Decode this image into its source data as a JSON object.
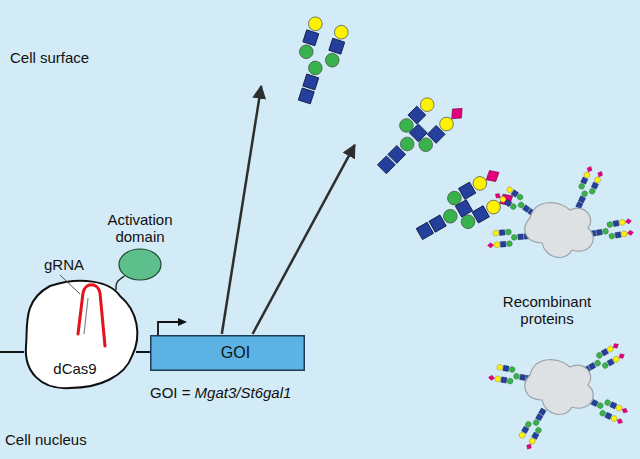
{
  "diagram": {
    "nodes": [
      {
        "text": [
          "Cell surface"
        ]
      },
      {
        "text": [
          "Cell nucleus"
        ],
        "in": 0
      },
      {
        "text": [
          "Activation domain"
        ],
        "in": 1
      },
      {
        "text": [
          "dCas9"
        ],
        "in": 1
      },
      {
        "text": [
          "GOI"
        ],
        "in": 1
      }
    ],
    "edges": [
      {
        "from": 4,
        "to": 0,
        "arrow": "to"
      },
      {
        "from": 4,
        "to": 0,
        "arrow": "to"
      },
      {
        "from": 3,
        "to": 2,
        "arrow": "none"
      }
    ],
    "labels": [
      "gRNA",
      "Recombinant proteins",
      "GOI = Mgat3/St6gal1"
    ]
  }
}
